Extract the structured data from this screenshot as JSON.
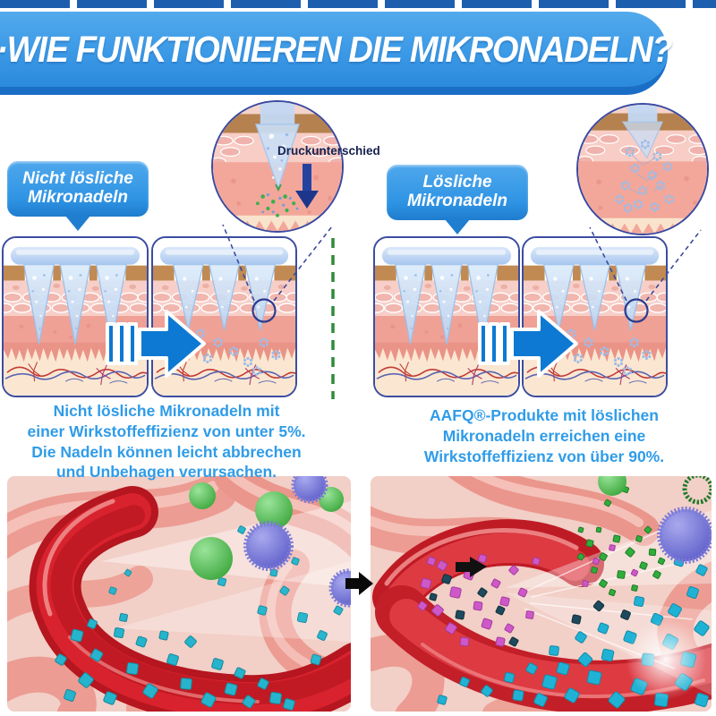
{
  "header": {
    "title": "·WIE FUNKTIONIEREN DIE MIKRONADELN?"
  },
  "left_section": {
    "label": {
      "line1": "Nicht lösliche",
      "line2": "Mikronadeln"
    },
    "inset_note": "Druckunterschied",
    "caption_lines": [
      "Nicht lösliche Mikronadeln mit",
      "einer Wirkstoffeffizienz von unter 5%.",
      "Die Nadeln können leicht abbrechen",
      "und Unbehagen verursachen."
    ]
  },
  "right_section": {
    "label": {
      "line1": "Lösliche",
      "line2": "Mikronadeln"
    },
    "caption_lines": [
      "AAFQ®-Produkte mit löslichen",
      "Mikronadeln erreichen eine",
      "Wirkstoffeffizienz von über 90%."
    ]
  },
  "colors": {
    "banner_blue": "#3b99e6",
    "banner_edge": "#1b6ec6",
    "bubble_blue": "#2f94e4",
    "caption_blue": "#2f9ce8",
    "arrow_blue": "#0d79d2",
    "divider_green": "#2e8b3a",
    "outline_navy": "#3c4da0",
    "annotation_navy": "#16214f",
    "particle_teal": "#25b4cb",
    "particle_magenta": "#cf58c8",
    "particle_green": "#2fae3a"
  }
}
